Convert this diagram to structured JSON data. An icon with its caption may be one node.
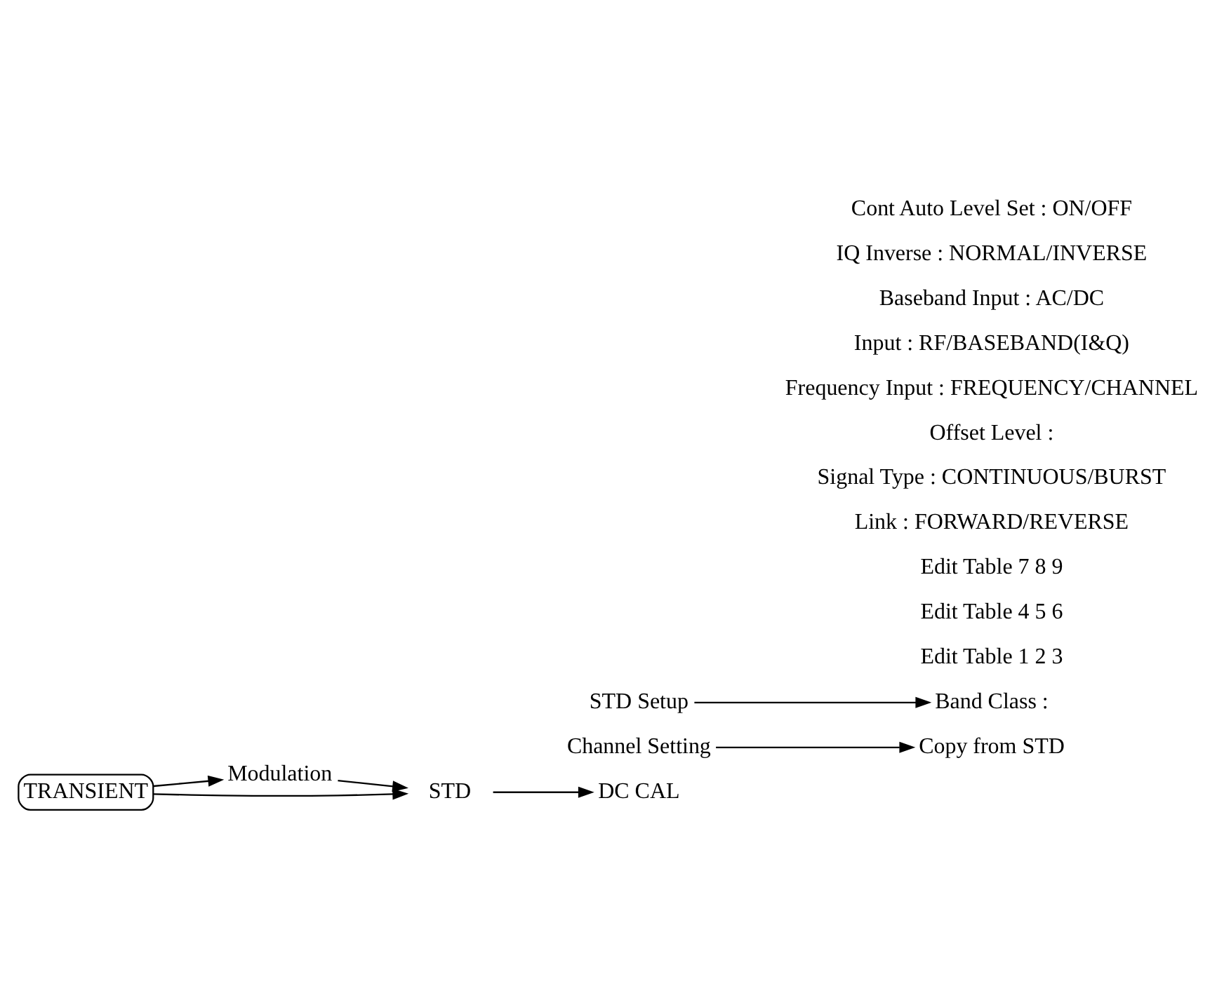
{
  "diagram": {
    "nodes": [
      {
        "text": [
          "TRANSIENT"
        ]
      },
      {
        "text": [
          "Modulation"
        ]
      },
      {
        "text": [
          "STD"
        ]
      },
      {
        "text": [
          "DC CAL"
        ]
      },
      {
        "text": [
          "Channel Setting"
        ]
      },
      {
        "text": [
          "STD Setup"
        ]
      },
      {
        "text": [
          "Copy from STD"
        ]
      },
      {
        "text": [
          "Edit Table 1 2 3"
        ]
      },
      {
        "text": [
          "Edit Table 4 5 6"
        ]
      },
      {
        "text": [
          "Edit Table 7 8 9"
        ]
      },
      {
        "text": [
          "Band Class :"
        ]
      },
      {
        "text": [
          "Link : FORWARD/REVERSE"
        ]
      },
      {
        "text": [
          "Signal Type : CONTINUOUS/BURST"
        ]
      },
      {
        "text": [
          "Offset Level :"
        ]
      },
      {
        "text": [
          "Frequency Input : FREQUENCY/CHANNEL"
        ]
      },
      {
        "text": [
          "Input : RF/BASEBAND(I&Q)"
        ]
      },
      {
        "text": [
          "Baseband Input : AC/DC"
        ]
      },
      {
        "text": [
          "IQ Inverse : NORMAL/INVERSE"
        ]
      },
      {
        "text": [
          "Cont Auto Level Set : ON/OFF"
        ]
      }
    ],
    "edges": [
      {
        "from": 0,
        "to": 2,
        "arrow": "to"
      },
      {
        "from": 0,
        "to": 1,
        "arrow": "to"
      },
      {
        "from": 1,
        "to": 2,
        "arrow": "to"
      },
      {
        "from": 2,
        "to": 3,
        "arrow": "to"
      },
      {
        "from": 4,
        "to": 6,
        "arrow": "to"
      },
      {
        "from": 5,
        "to": 10,
        "arrow": "to"
      }
    ]
  }
}
